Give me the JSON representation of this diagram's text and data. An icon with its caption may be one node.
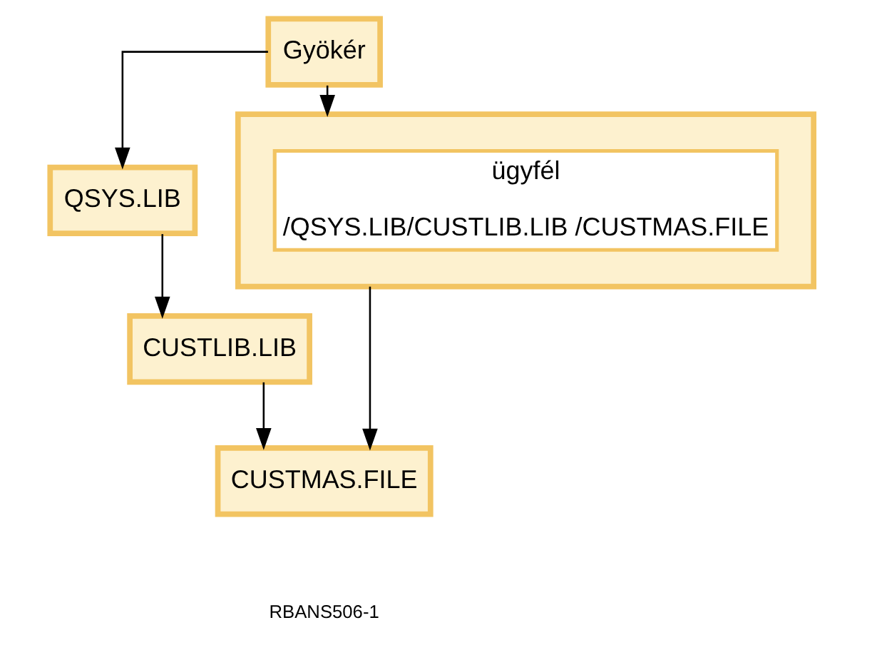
{
  "diagram": {
    "nodes": [
      {
        "text": [
          "Gyökér"
        ]
      },
      {
        "text": [
          "QSYS.LIB"
        ]
      },
      {
        "text": [
          "CUSTLIB.LIB"
        ]
      },
      {
        "text": [
          "CUSTMAS.FILE"
        ]
      },
      {
        "text": [],
        "shape": "box"
      },
      {
        "text": [
          "ügyfél",
          "/QSYS.LIB/CUSTLIB.LIB /CUSTMAS.FILE"
        ],
        "in": 4
      }
    ],
    "edges": [
      {
        "from": 0,
        "to": 1,
        "arrow": "to"
      },
      {
        "from": 0,
        "to": 4,
        "arrow": "to"
      },
      {
        "from": 1,
        "to": 2,
        "arrow": "to"
      },
      {
        "from": 2,
        "to": 3,
        "arrow": "to"
      },
      {
        "from": 4,
        "to": 3,
        "arrow": "to"
      }
    ],
    "labels": [
      "RBANS506-1"
    ]
  }
}
